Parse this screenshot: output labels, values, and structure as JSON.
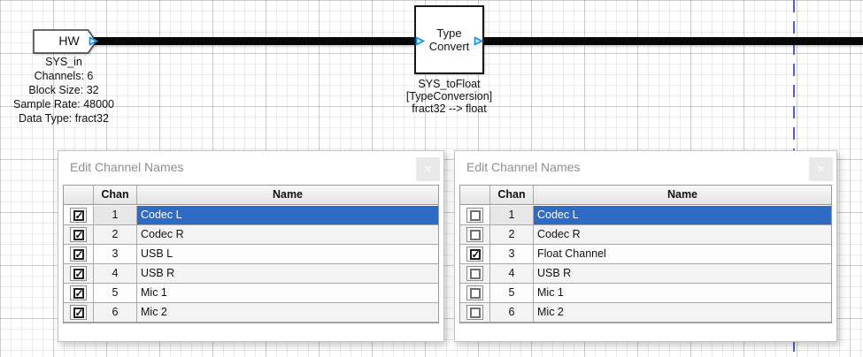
{
  "canvas": {
    "hw_block": {
      "label": "HW",
      "caption_lines": [
        "SYS_in",
        "Channels: 6",
        "Block Size: 32",
        "Sample Rate: 48000",
        "Data Type: fract32"
      ]
    },
    "type_convert_block": {
      "label_lines": [
        "Type",
        "Convert"
      ],
      "caption_lines": [
        "SYS_toFloat",
        "[TypeConversion]",
        "fract32 --> float"
      ]
    },
    "colors": {
      "wire": "#070707",
      "port_blue": "#1090e8",
      "guide_line_blue": "#5458e6",
      "selection_blue": "#2f6bc5"
    }
  },
  "icons": {
    "checkbox_check": "✓",
    "close": "×"
  },
  "dialogs": [
    {
      "title": "Edit Channel Names",
      "close_label": "×",
      "columns": [
        "Chan",
        "Name"
      ],
      "rows": [
        {
          "chan": "1",
          "name": "Codec L",
          "checked": true,
          "selected": true
        },
        {
          "chan": "2",
          "name": "Codec R",
          "checked": true,
          "selected": false
        },
        {
          "chan": "3",
          "name": "USB L",
          "checked": true,
          "selected": false
        },
        {
          "chan": "4",
          "name": "USB R",
          "checked": true,
          "selected": false
        },
        {
          "chan": "5",
          "name": "Mic 1",
          "checked": true,
          "selected": false
        },
        {
          "chan": "6",
          "name": "Mic 2",
          "checked": true,
          "selected": false
        }
      ]
    },
    {
      "title": "Edit Channel Names",
      "close_label": "×",
      "columns": [
        "Chan",
        "Name"
      ],
      "rows": [
        {
          "chan": "1",
          "name": "Codec L",
          "checked": false,
          "selected": true
        },
        {
          "chan": "2",
          "name": "Codec R",
          "checked": false,
          "selected": false
        },
        {
          "chan": "3",
          "name": "Float Channel",
          "checked": true,
          "selected": false
        },
        {
          "chan": "4",
          "name": "USB R",
          "checked": false,
          "selected": false
        },
        {
          "chan": "5",
          "name": "Mic 1",
          "checked": false,
          "selected": false
        },
        {
          "chan": "6",
          "name": "Mic 2",
          "checked": false,
          "selected": false
        }
      ]
    }
  ]
}
